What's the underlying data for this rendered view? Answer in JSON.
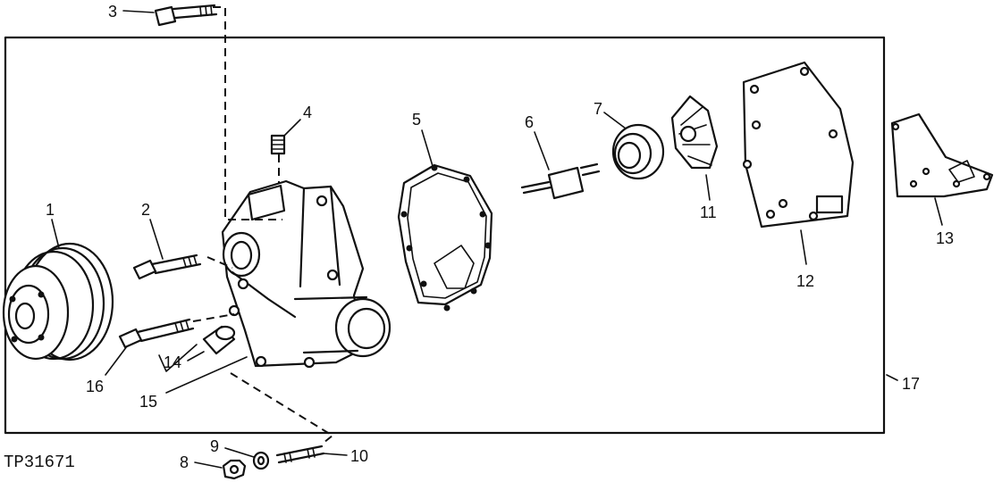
{
  "figure_id": "TP31671",
  "callouts": [
    "1",
    "2",
    "3",
    "4",
    "5",
    "6",
    "7",
    "8",
    "9",
    "10",
    "11",
    "12",
    "13",
    "14",
    "15",
    "16",
    "17"
  ]
}
